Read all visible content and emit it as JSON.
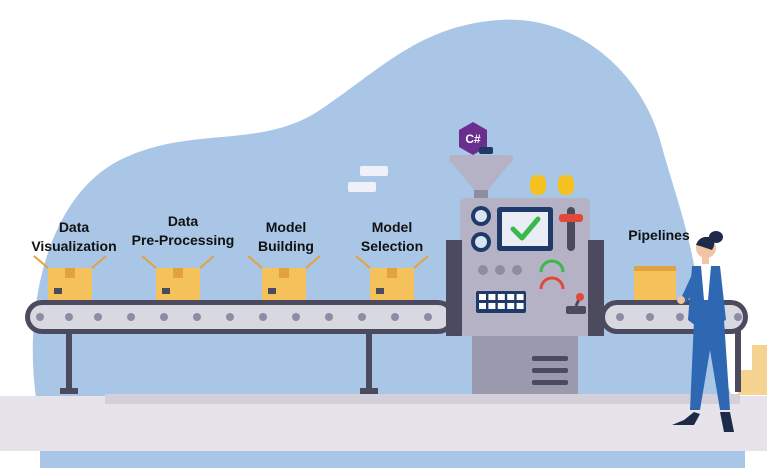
{
  "stages": [
    {
      "lines": [
        "Data",
        "Visualization"
      ]
    },
    {
      "lines": [
        "Data",
        "Pre-Processing"
      ]
    },
    {
      "lines": [
        "Model",
        "Building"
      ]
    },
    {
      "lines": [
        "Model",
        "Selection"
      ]
    }
  ],
  "output_label": "Pipelines",
  "badge_text": "C#",
  "colors": {
    "blob": "#a9c6e6",
    "floor": "#e6e3ea",
    "belt_dark": "#4c4a5e",
    "belt_light": "#d8d8e0",
    "box": "#f5c15a",
    "box_dark": "#e2a33e",
    "machine": "#b4b2c4",
    "machine_dark": "#8e8ca3",
    "screen": "#1f3a68",
    "check": "#3cb84a",
    "lamp": "#f4c21f",
    "lever": "#e0483a",
    "badge": "#6a2f8e",
    "suit": "#2e68b2"
  }
}
